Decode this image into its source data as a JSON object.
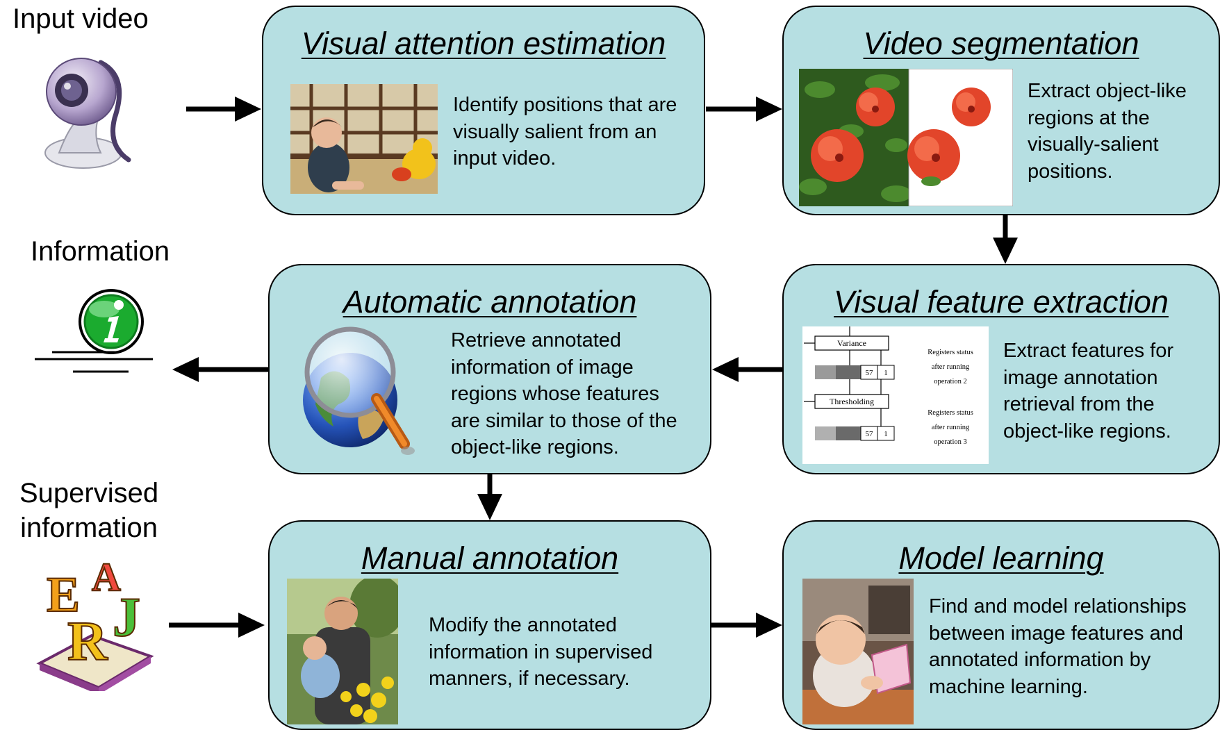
{
  "side_labels": {
    "input": "Input video",
    "information": "Information",
    "supervised": "Supervised\ninformation"
  },
  "icons": {
    "input": "webcam-icon",
    "information": "info-icon",
    "supervised": "alphabet-book-icon"
  },
  "colors": {
    "box_fill": "#b6dfe2",
    "box_border": "#000000",
    "arrow": "#000000"
  },
  "steps": [
    {
      "title": "Visual attention estimation",
      "text": "Identify positions that are visually salient from an input video.",
      "image": "child-sitting-photo"
    },
    {
      "title": "Video segmentation",
      "text": "Extract object-like regions at the visually-salient positions.",
      "image": "hibiscus-segmentation-photo"
    },
    {
      "title": "Visual feature extraction",
      "text": "Extract features for image annotation retrieval from the object-like regions.",
      "image": "register-status-diagram"
    },
    {
      "title": "Automatic annotation",
      "text": "Retrieve annotated information of image regions whose features are similar to those of the object-like regions.",
      "image": "globe-magnifier-icon"
    },
    {
      "title": "Manual annotation",
      "text": "Modify the annotated information in supervised manners, if necessary.",
      "image": "father-child-photo"
    },
    {
      "title": "Model learning",
      "text": "Find and model relationships between image features and annotated information by machine learning.",
      "image": "baby-with-book-photo"
    }
  ],
  "feature_diagram": {
    "op1": "Variance",
    "op2": "Thresholding",
    "status1": "Registers status\nafter running\noperation 2",
    "status2": "Registers status\nafter running\noperation 3",
    "reg_a": "57",
    "reg_b": "1"
  }
}
